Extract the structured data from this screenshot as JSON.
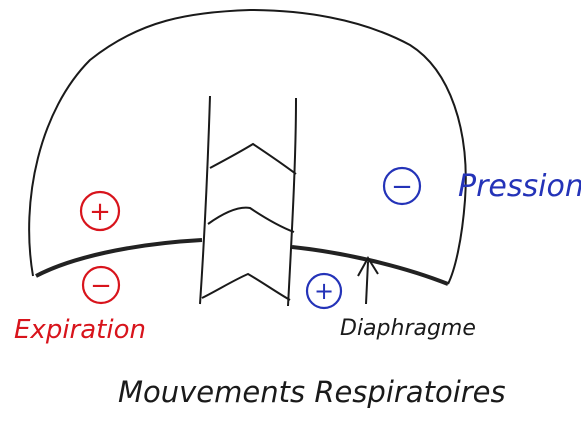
{
  "labels": {
    "pressure": "Pression",
    "expiration": "Expiration",
    "diaphragm": "Diaphragme",
    "title": "Mouvements Respiratoires"
  },
  "signs": {
    "plus": "+",
    "minus": "−"
  },
  "colors": {
    "ink": "#1a1a1a",
    "red": "#d8141c",
    "blue": "#2433b8",
    "diaphragm": "#222222"
  }
}
